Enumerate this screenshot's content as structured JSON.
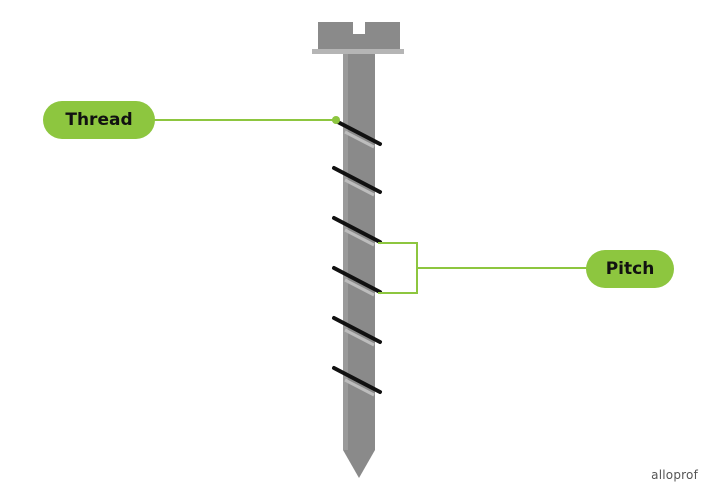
{
  "labels": {
    "thread": "Thread",
    "pitch": "Pitch"
  },
  "watermark": "alloprof",
  "colors": {
    "accent": "#8dc63f",
    "screw": "#8a8a8a",
    "thread_line": "#111111"
  }
}
